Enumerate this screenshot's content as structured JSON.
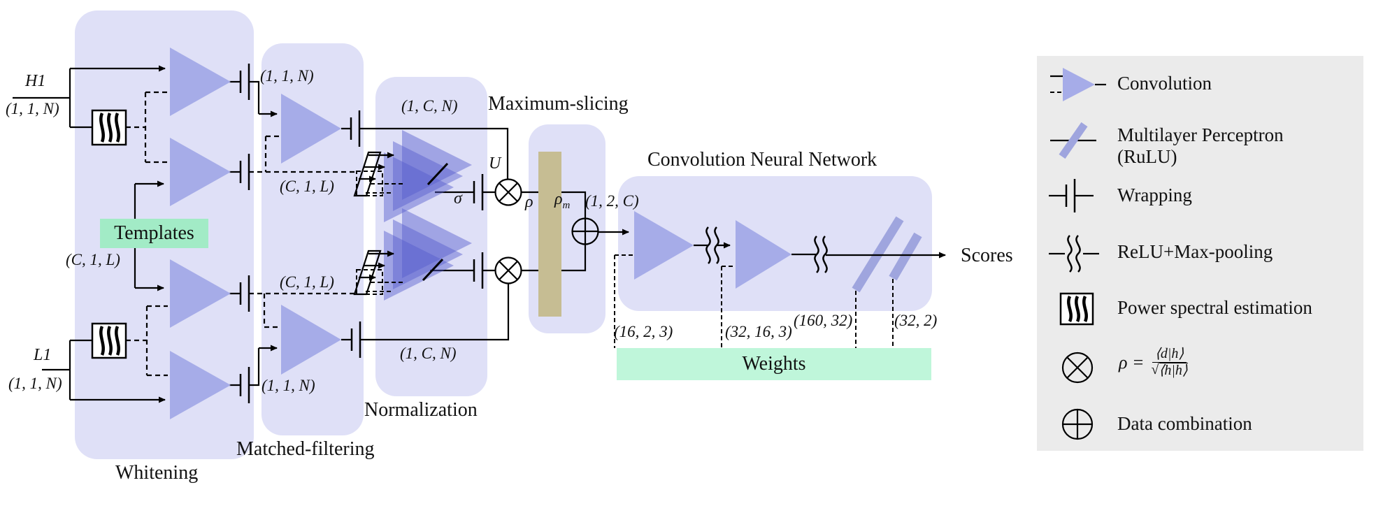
{
  "colors": {
    "block": "#dfe0f7",
    "triangle": "#a6ace8",
    "stack": "rgba(85,92,205,0.45)",
    "mlp_bar": "#9fa5de",
    "tan_bar": "#c6bd93",
    "templates_green": "#a2ebc6",
    "weights_green": "#bff6da",
    "legend_bg": "#ebebeb",
    "line": "#000000"
  },
  "inputs": {
    "h1": "H1",
    "h1_shape": "(1, 1, N)",
    "l1": "L1",
    "l1_shape": "(1, 1, N)"
  },
  "blocks": {
    "whitening": "Whitening",
    "matched_filtering": "Matched-filtering",
    "normalization": "Normalization",
    "maximum_slicing": "Maximum-slicing",
    "cnn_title": "Convolution Neural Network"
  },
  "boxes": {
    "templates": "Templates",
    "weights": "Weights"
  },
  "wires": {
    "templates_shape": "(C, 1, L)",
    "after_white_h1": "(1, 1, N)",
    "after_white_l1": "(1, 1, N)",
    "cl_top": "(C, 1, L)",
    "cl_bottom": "(C, 1, L)",
    "mf_out_top": "(1, C, N)",
    "mf_out_bottom": "(1, C, N)",
    "sigma": "σ",
    "u": "U",
    "rho": "ρ",
    "rho_m_base": "ρ",
    "rho_m_sub": "m",
    "combined_shape": "(1, 2, C)"
  },
  "weights_labels": {
    "conv1": "(16, 2, 3)",
    "conv2": "(32, 16, 3)",
    "mlp1": "(160, 32)",
    "mlp2": "(32, 2)"
  },
  "output": {
    "scores": "Scores"
  },
  "legend": {
    "convolution": "Convolution",
    "mlp_line1": "Multilayer Perceptron",
    "mlp_line2": "(RuLU)",
    "wrapping": "Wrapping",
    "relu": "ReLU+Max-pooling",
    "psd": "Power spectral estimation",
    "data_combination": "Data combination",
    "formula": {
      "lhs": "ρ =",
      "numerator": "⟨d|h⟩",
      "sqrt": "√",
      "denominator": "⟨h|h⟩"
    }
  }
}
